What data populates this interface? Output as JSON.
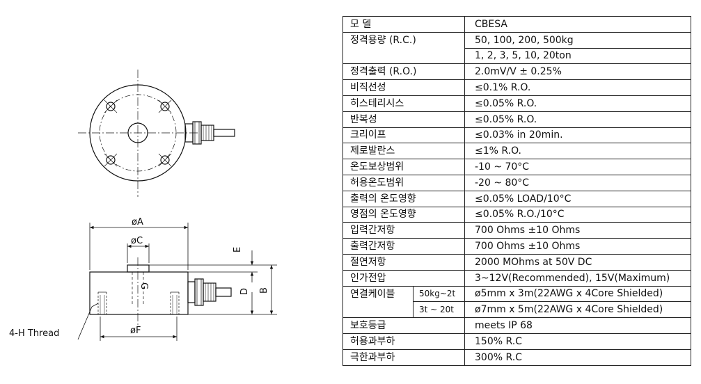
{
  "drawing": {
    "labels": {
      "dim_a": "øA",
      "dim_c": "øC",
      "dim_g": "G",
      "dim_e": "E",
      "dim_d": "D",
      "dim_b": "B",
      "dim_f": "øF",
      "thread": "4-H Thread"
    }
  },
  "spec_table": {
    "rows": [
      {
        "label": "모 델",
        "value": "CBESA"
      },
      {
        "label": "정격용량 (R.C.)",
        "value": "50, 100, 200, 500kg"
      },
      {
        "label": "",
        "value": "1, 2, 3, 5, 10, 20ton"
      },
      {
        "label": "정격출력 (R.O.)",
        "value": "2.0mV/V  ± 0.25%"
      },
      {
        "label": "비직선성",
        "value": "≤0.1% R.O."
      },
      {
        "label": "히스테리시스",
        "value": "≤0.05% R.O."
      },
      {
        "label": "반복성",
        "value": "≤0.05% R.O."
      },
      {
        "label": "크리이프",
        "value": "≤0.03% in 20min."
      },
      {
        "label": "제로발란스",
        "value": "≤1% R.O."
      },
      {
        "label": "온도보상범위",
        "value": "-10 ~ 70°C"
      },
      {
        "label": "허용온도범위",
        "value": "-20 ~ 80°C"
      },
      {
        "label": "출력의 온도영향",
        "value": "≤0.05% LOAD/10°C"
      },
      {
        "label": "영점의 온도영향",
        "value": "≤0.05% R.O./10°C"
      },
      {
        "label": "입력간저항",
        "value": "700 Ohms ±10 Ohms"
      },
      {
        "label": "출력간저항",
        "value": "700 Ohms ±10 Ohms"
      },
      {
        "label": "절연저항",
        "value": "2000 MOhms at 50V DC"
      },
      {
        "label": "인가전압",
        "value": "3~12V(Recommended), 15V(Maximum)"
      }
    ],
    "cable": {
      "label": "연결케이블",
      "sub1": "50kg~2t",
      "value1": "ø5mm x 3m(22AWG x 4Core Shielded)",
      "sub2": "3t ~ 20t",
      "value2": "ø7mm x 5m(22AWG x 4Core Shielded)"
    },
    "rows_after": [
      {
        "label": "보호등급",
        "value": "meets IP 68"
      },
      {
        "label": "허용과부하",
        "value": "150% R.C"
      },
      {
        "label": "극한과부하",
        "value": "300% R.C"
      }
    ]
  }
}
